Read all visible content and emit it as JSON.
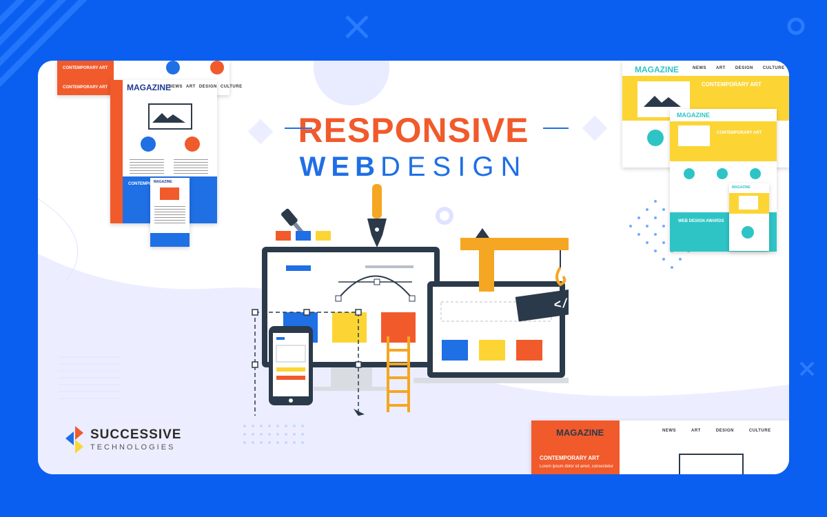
{
  "headline": {
    "line1": "RESPONSIVE",
    "line2_bold": "WEB",
    "line2_light": "DESIGN"
  },
  "brand": {
    "name": "SUCCESSIVE",
    "sub": "TECHNOLOGIES"
  },
  "mockups": {
    "magazine_label": "MAGAZINE",
    "nav": [
      "NEWS",
      "ART",
      "DESIGN",
      "CULTURE"
    ],
    "contemporary_art": "CONTEMPORARY ART",
    "web_design_awards": "WEB DESIGN AWARDS",
    "body_snippet": "Lorem ipsum dolor sit amet, consectetur",
    "code_tag": "</>"
  },
  "colors": {
    "background": "#0b5ff0",
    "orange": "#f15a2b",
    "blue": "#1f6fe5",
    "yellow": "#fcd535",
    "teal": "#2ec4c6",
    "navy": "#2b3a4a"
  }
}
